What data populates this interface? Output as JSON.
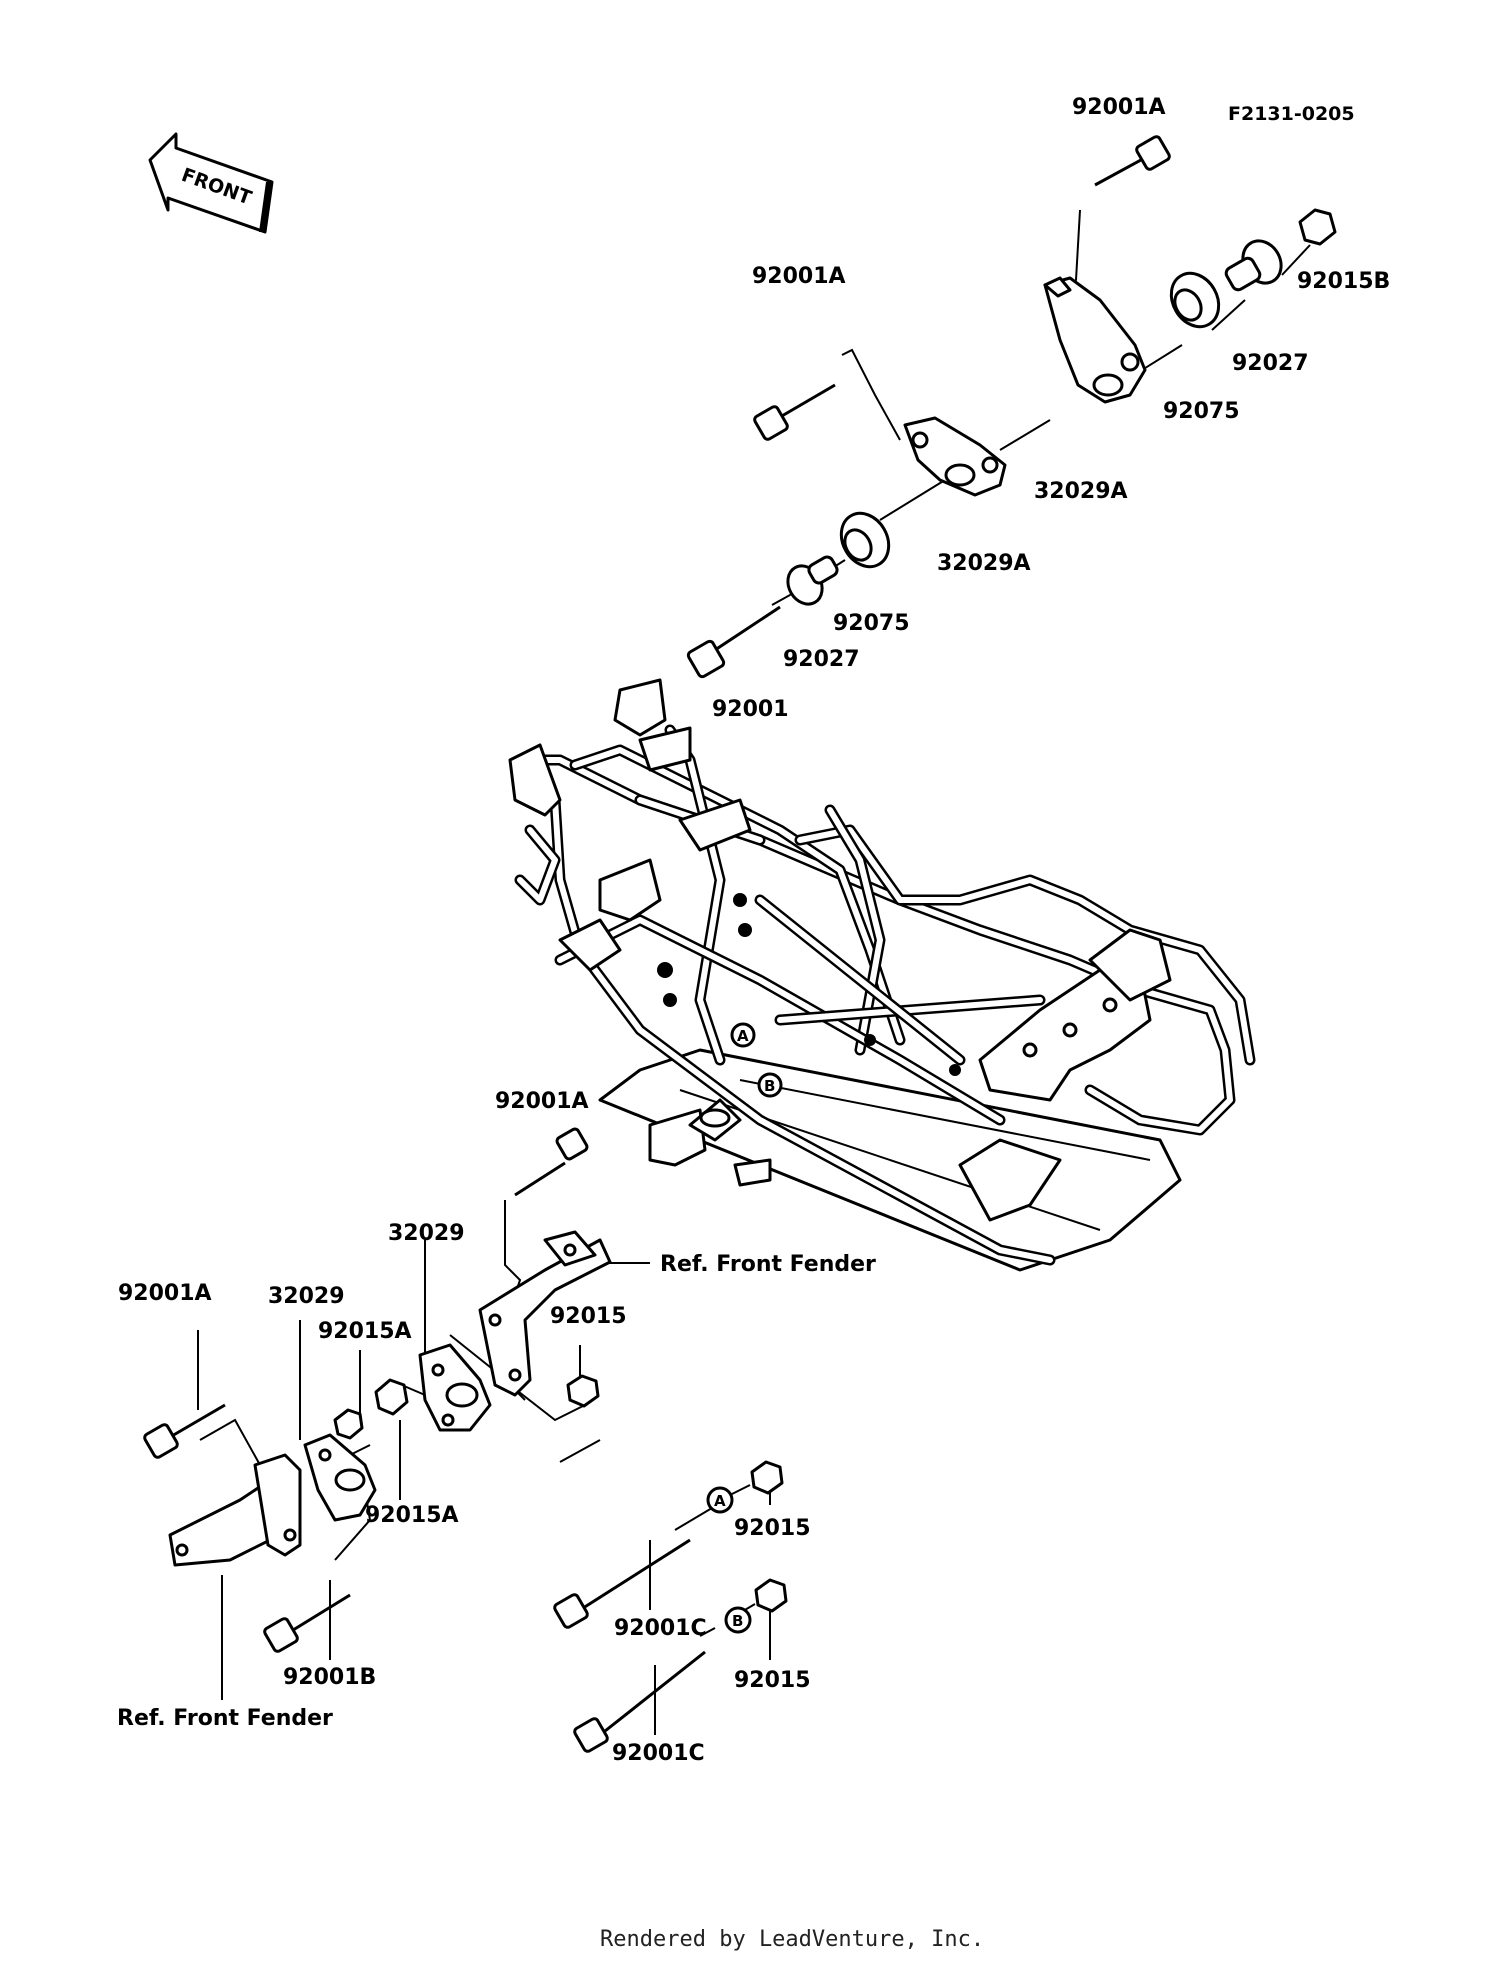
{
  "diagram_code": "F2131-0205",
  "front_label": "FRONT",
  "footer": "Rendered by LeadVenture, Inc.",
  "ref_notes": {
    "front_fender_right": "Ref. Front Fender",
    "front_fender_left": "Ref. Front Fender"
  },
  "circle_markers": {
    "a": "A",
    "b": "B"
  },
  "part_labels": {
    "p_92001A_top": "92001A",
    "p_92015B": "92015B",
    "p_92027_top": "92027",
    "p_92075_top": "92075",
    "p_32029A_top": "32029A",
    "p_92001A_mid": "92001A",
    "p_32029A_mid": "32029A",
    "p_92075_mid": "92075",
    "p_92027_mid": "92027",
    "p_92001": "92001",
    "p_92001A_frame": "92001A",
    "p_32029_right": "32029",
    "p_92015_right": "92015",
    "p_92001A_left": "92001A",
    "p_32029_left": "32029",
    "p_92015A_upper": "92015A",
    "p_92015A_lower": "92015A",
    "p_92001B": "92001B",
    "p_92015_a": "92015",
    "p_92001C_a": "92001C",
    "p_92015_b": "92015",
    "p_92001C_b": "92001C"
  },
  "colors": {
    "ink": "#000000",
    "paper": "#ffffff"
  },
  "icons": [
    "front-arrow-icon",
    "frame-illustration",
    "bolt-icon",
    "nut-icon",
    "collar-icon",
    "bushing-icon",
    "bracket-icon"
  ]
}
